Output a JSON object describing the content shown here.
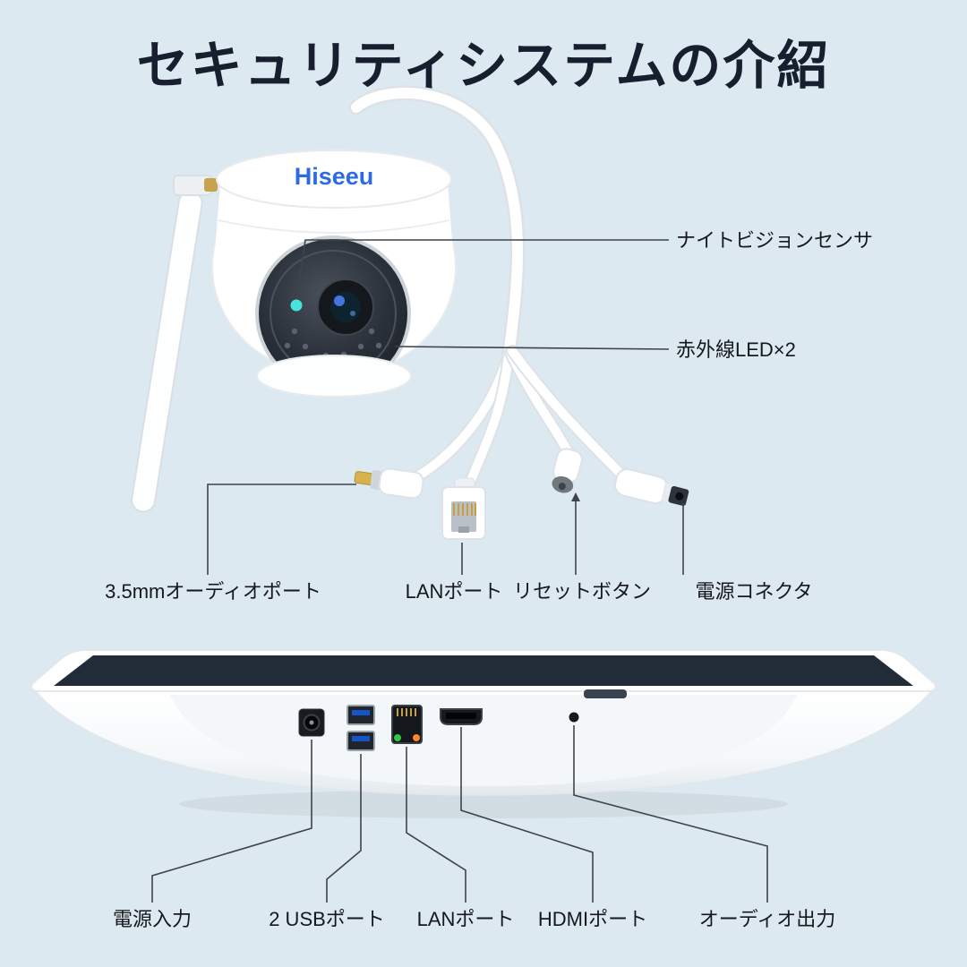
{
  "page": {
    "title": "セキュリティシステムの介紹",
    "background_color": "#dde9f0",
    "title_color": "#171f2e",
    "line_color": "#3f444a"
  },
  "camera": {
    "brand": "Hiseeu",
    "brand_color": "#2e6be0",
    "sensor_color": "#45e4de",
    "callouts": {
      "night_vision_sensor": "ナイトビジョンセンサ",
      "infrared_led": "赤外線LED×2",
      "audio_port_35mm": "3.5mmオーディオポート",
      "lan_port": "LANポート",
      "reset_button": "リセットボタン",
      "power_connector": "電源コネクタ"
    }
  },
  "monitor": {
    "usb_tongue_color": "#1256c8",
    "lan_led_colors": [
      "#2ecb45",
      "#ff8430"
    ],
    "callouts": {
      "power_input": "電源入力",
      "usb_ports": "2 USBポート",
      "lan_port": "LANポート",
      "hdmi_port": "HDMIポート",
      "audio_output": "オーディオ出力"
    }
  }
}
